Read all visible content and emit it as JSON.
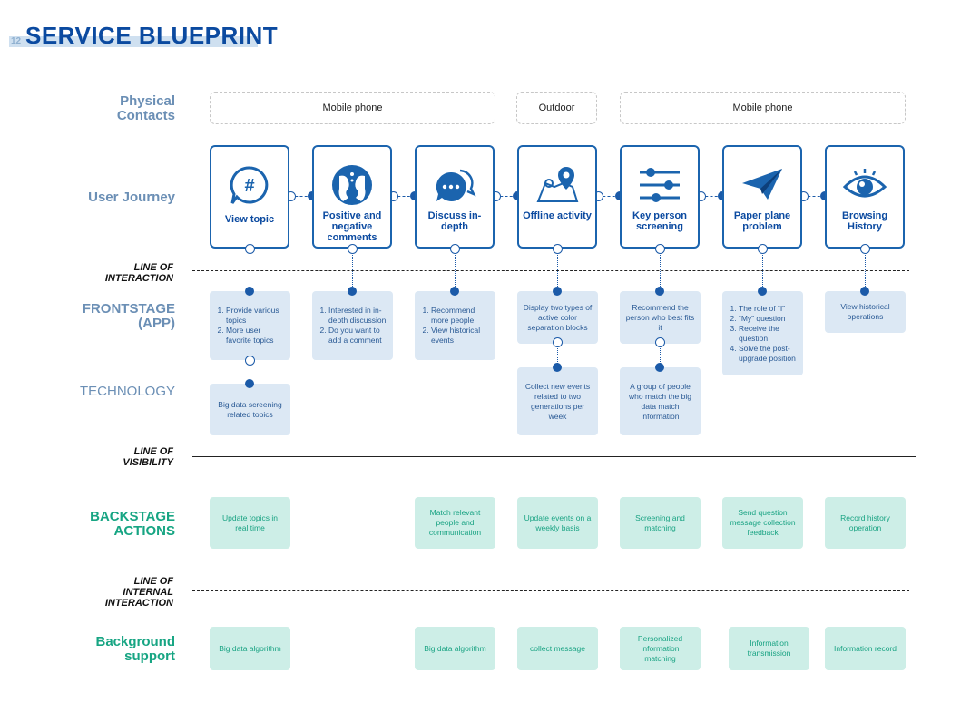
{
  "page_number": "12",
  "title": "SERVICE BLUEPRINT",
  "row_labels": {
    "physical_contacts": "Physical\nContacts",
    "user_journey": "User Journey",
    "frontstage": "FRONTSTAGE\n(APP)",
    "technology": "TECHNOLOGY",
    "backstage": "BACKSTAGE\nACTIONS",
    "background_support": "Background\nsupport"
  },
  "lines": {
    "interaction": "LINE OF\nINTERACTION",
    "visibility": "LINE OF\nVISIBILITY",
    "internal_interaction": "LINE OF\nINTERNAL\nINTERACTION"
  },
  "physical_contacts": [
    "Mobile phone",
    "Outdoor",
    "Mobile phone"
  ],
  "journey": [
    {
      "label": "View topic",
      "icon": "hashtag-bubble-icon"
    },
    {
      "label": "Positive and negative comments",
      "icon": "faces-talking-icon"
    },
    {
      "label": "Discuss in-depth",
      "icon": "chat-bubbles-icon"
    },
    {
      "label": "Offline activity",
      "icon": "map-pin-icon"
    },
    {
      "label": "Key person screening",
      "icon": "sliders-icon"
    },
    {
      "label": "Paper plane problem",
      "icon": "paper-plane-icon"
    },
    {
      "label": "Browsing History",
      "icon": "eye-icon"
    }
  ],
  "frontstage": {
    "c1": [
      "Provide various topics",
      "More user favorite topics"
    ],
    "c2": [
      "Interested in in-depth discussion",
      "Do you want to add a comment"
    ],
    "c3": [
      "Recommend more people",
      "View historical events"
    ],
    "c4": "Display two types of active color separation blocks",
    "c5": "Recommend the person who best fits it",
    "c6": [
      "The role of “I”",
      "“My” question",
      "Receive the question",
      "Solve the post-upgrade position"
    ],
    "c7": "View historical operations"
  },
  "technology": {
    "c1": "Big data screening related topics",
    "c4": "Collect new events related to two generations per week",
    "c5": "A group of people who match the big data match information"
  },
  "backstage": {
    "c1": "Update topics in real time",
    "c3": "Match relevant people and communication",
    "c4": "Update events on a weekly basis",
    "c5": "Screening and matching",
    "c6": "Send question message collection feedback",
    "c7": "Record history operation"
  },
  "support": {
    "c1": "Big data algorithm",
    "c3": "Big data algorithm",
    "c4": "collect message",
    "c5": "Personalized information matching",
    "c6": "Information transmission",
    "c7": "Information record"
  },
  "colors": {
    "primary": "#1b64ae",
    "title": "#0b4aa0",
    "label_blue": "#6b8fb5",
    "green": "#17a583",
    "box_blue": "#dce8f4",
    "box_green": "#cdeee7"
  }
}
